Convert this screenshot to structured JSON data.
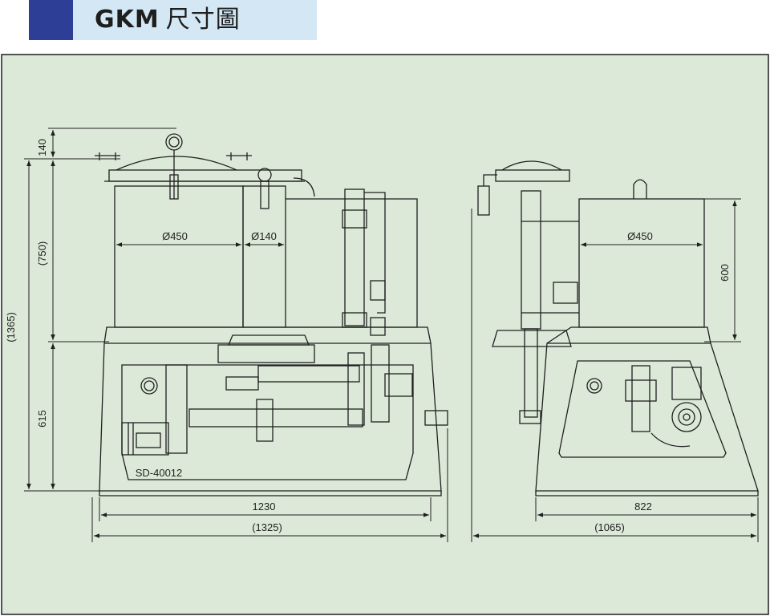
{
  "header": {
    "model": "GKM",
    "title_cjk": "尺寸圖",
    "accent_color": "#2c3e96",
    "band_color": "#d3e8f4"
  },
  "drawing": {
    "background_color": "#dce9d8",
    "line_color": "#1f1f1f",
    "model_code": "SD-40012",
    "front_view": {
      "height_top": "140",
      "height_upper": "(750)",
      "height_total": "(1365)",
      "height_lower": "615",
      "dia_main": "Ø450",
      "dia_small": "Ø140",
      "width_inner": "1230",
      "width_outer": "(1325)"
    },
    "side_view": {
      "dia_main": "Ø450",
      "height_tank": "600",
      "width_inner": "822",
      "width_outer": "(1065)"
    }
  }
}
